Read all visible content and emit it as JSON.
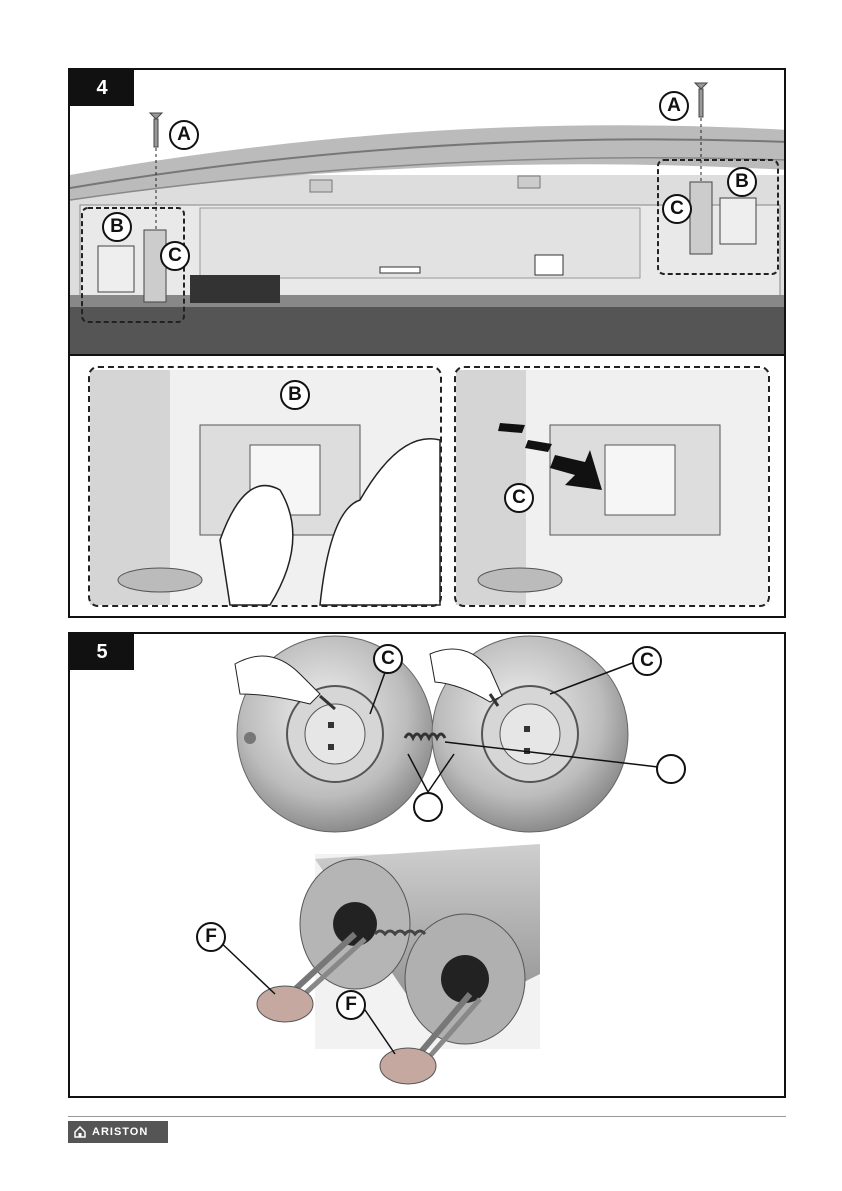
{
  "step4": {
    "number": "4",
    "callouts": {
      "a_left": "A",
      "a_right": "A",
      "b_left": "B",
      "b_right": "B",
      "c_left": "C",
      "c_right": "C",
      "b_detail": "B",
      "c_detail": "C"
    }
  },
  "step5": {
    "number": "5",
    "callouts": {
      "c_left": "C",
      "c_right": "C",
      "d_empty": "",
      "e_empty": "",
      "f_left": "F",
      "f_right": "F"
    }
  },
  "footer": {
    "brand": "ARISTON",
    "logo_icon": "house-icon"
  }
}
